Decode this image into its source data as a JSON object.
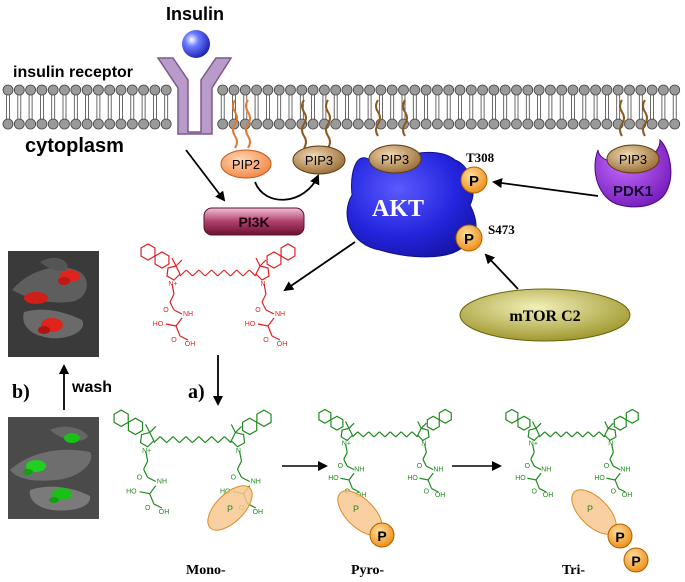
{
  "labels": {
    "insulin": "Insulin",
    "insulin_receptor": "insulin receptor",
    "cytoplasm": "cytoplasm",
    "pip2": "PIP2",
    "pip3_a": "PIP3",
    "pip3_b": "PIP3",
    "pip3_c": "PIP3",
    "pi3k": "PI3K",
    "akt": "AKT",
    "t308": "T308",
    "s473": "S473",
    "p_t308": "P",
    "p_s473": "P",
    "pdk1": "PDK1",
    "mtorc2": "mTOR C2",
    "a": "a)",
    "b": "b)",
    "wash": "wash",
    "mono": "Mono-",
    "pyro": "Pyro-",
    "tri": "Tri-",
    "p_pyro": "P",
    "p_tri_1": "P",
    "p_tri_2": "P",
    "chem_nplus": "N+",
    "chem_n": "N",
    "chem_o": "O",
    "chem_nh": "NH",
    "chem_ho": "HO",
    "chem_oh": "OH",
    "chem_p": "P"
  },
  "colors": {
    "dye_red": "#e02020",
    "dye_green": "#1f8a1f",
    "akt_blue": "#2b2be0",
    "pdk1_purple": "#8a1fd6",
    "phospho_orange": "#f5a030",
    "mtor_olive": "#a8a020",
    "pi3k_maroon": "#9a2050",
    "receptor_lilac": "#b79ac6"
  },
  "icons": {
    "insulin": "blue-sphere",
    "receptor": "y-shaped-receptor",
    "membrane": "lipid-bilayer",
    "phosphate": "orange-circle-p"
  }
}
